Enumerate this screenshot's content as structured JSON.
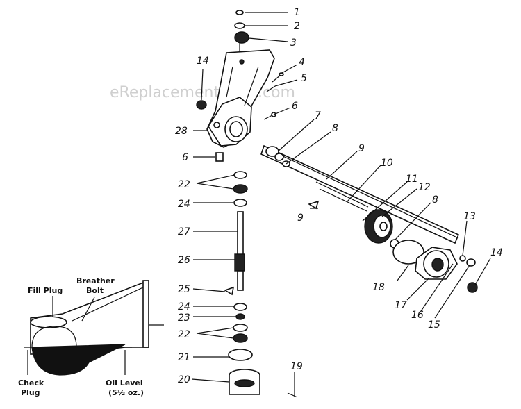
{
  "watermark": "eReplacementParts.com",
  "part_numbers": {
    "p1": "1",
    "p2": "2",
    "p3": "3",
    "p4": "4",
    "p5": "5",
    "p6a": "6",
    "p6b": "6",
    "p7": "7",
    "p8a": "8",
    "p8b": "8",
    "p9a": "9",
    "p9b": "9",
    "p10": "10",
    "p11": "11",
    "p12": "12",
    "p13": "13",
    "p14a": "14",
    "p14b": "14",
    "p15": "15",
    "p16": "16",
    "p17": "17",
    "p18": "18",
    "p19": "19",
    "p20": "20",
    "p21": "21",
    "p22a": "22",
    "p22b": "22",
    "p23": "23",
    "p24a": "24",
    "p24b": "24",
    "p25": "25",
    "p26": "26",
    "p27": "27",
    "p28": "28"
  },
  "inset": {
    "fill_plug": "Fill Plug",
    "breather_line1": "Breather",
    "breather_line2": "Bolt",
    "check_line1": "Check",
    "check_line2": "Plug",
    "oil_line1": "Oil Level",
    "oil_line2": "(5½ oz.)"
  }
}
